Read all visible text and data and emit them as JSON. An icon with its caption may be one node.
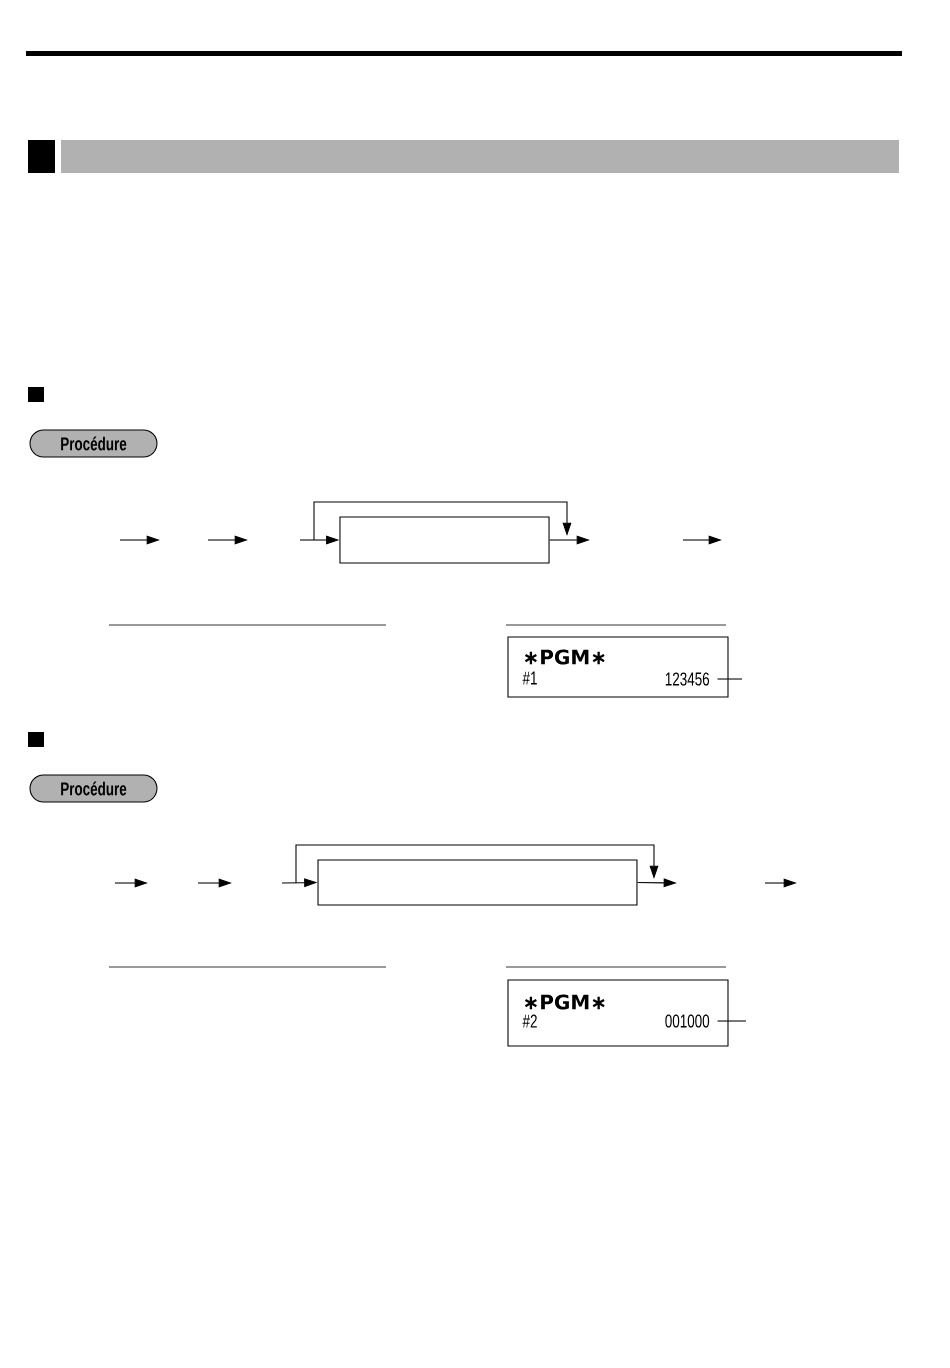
{
  "diagram": {
    "nodes": [
      {
        "text": [],
        "shape": "bar"
      },
      {
        "text": [
          "Procédure"
        ]
      },
      {
        "text": [],
        "shape": "box"
      },
      {
        "text": [
          "∗PGM∗",
          "#1"
        ]
      },
      {
        "text": [
          "123456"
        ],
        "in": 3
      },
      {
        "text": [
          "Procédure"
        ]
      },
      {
        "text": [],
        "shape": "box"
      },
      {
        "text": [
          "∗PGM∗",
          "#2"
        ]
      },
      {
        "text": [
          "001000"
        ],
        "in": 7
      }
    ],
    "edges": [
      {
        "from": null,
        "to": 2,
        "arrow": "to"
      },
      {
        "from": 2,
        "to": null,
        "arrow": "to"
      },
      {
        "from": 4,
        "to": null,
        "arrow": "none"
      },
      {
        "from": null,
        "to": 6,
        "arrow": "to"
      },
      {
        "from": 6,
        "to": null,
        "arrow": "to"
      },
      {
        "from": 8,
        "to": null,
        "arrow": "none"
      }
    ]
  }
}
